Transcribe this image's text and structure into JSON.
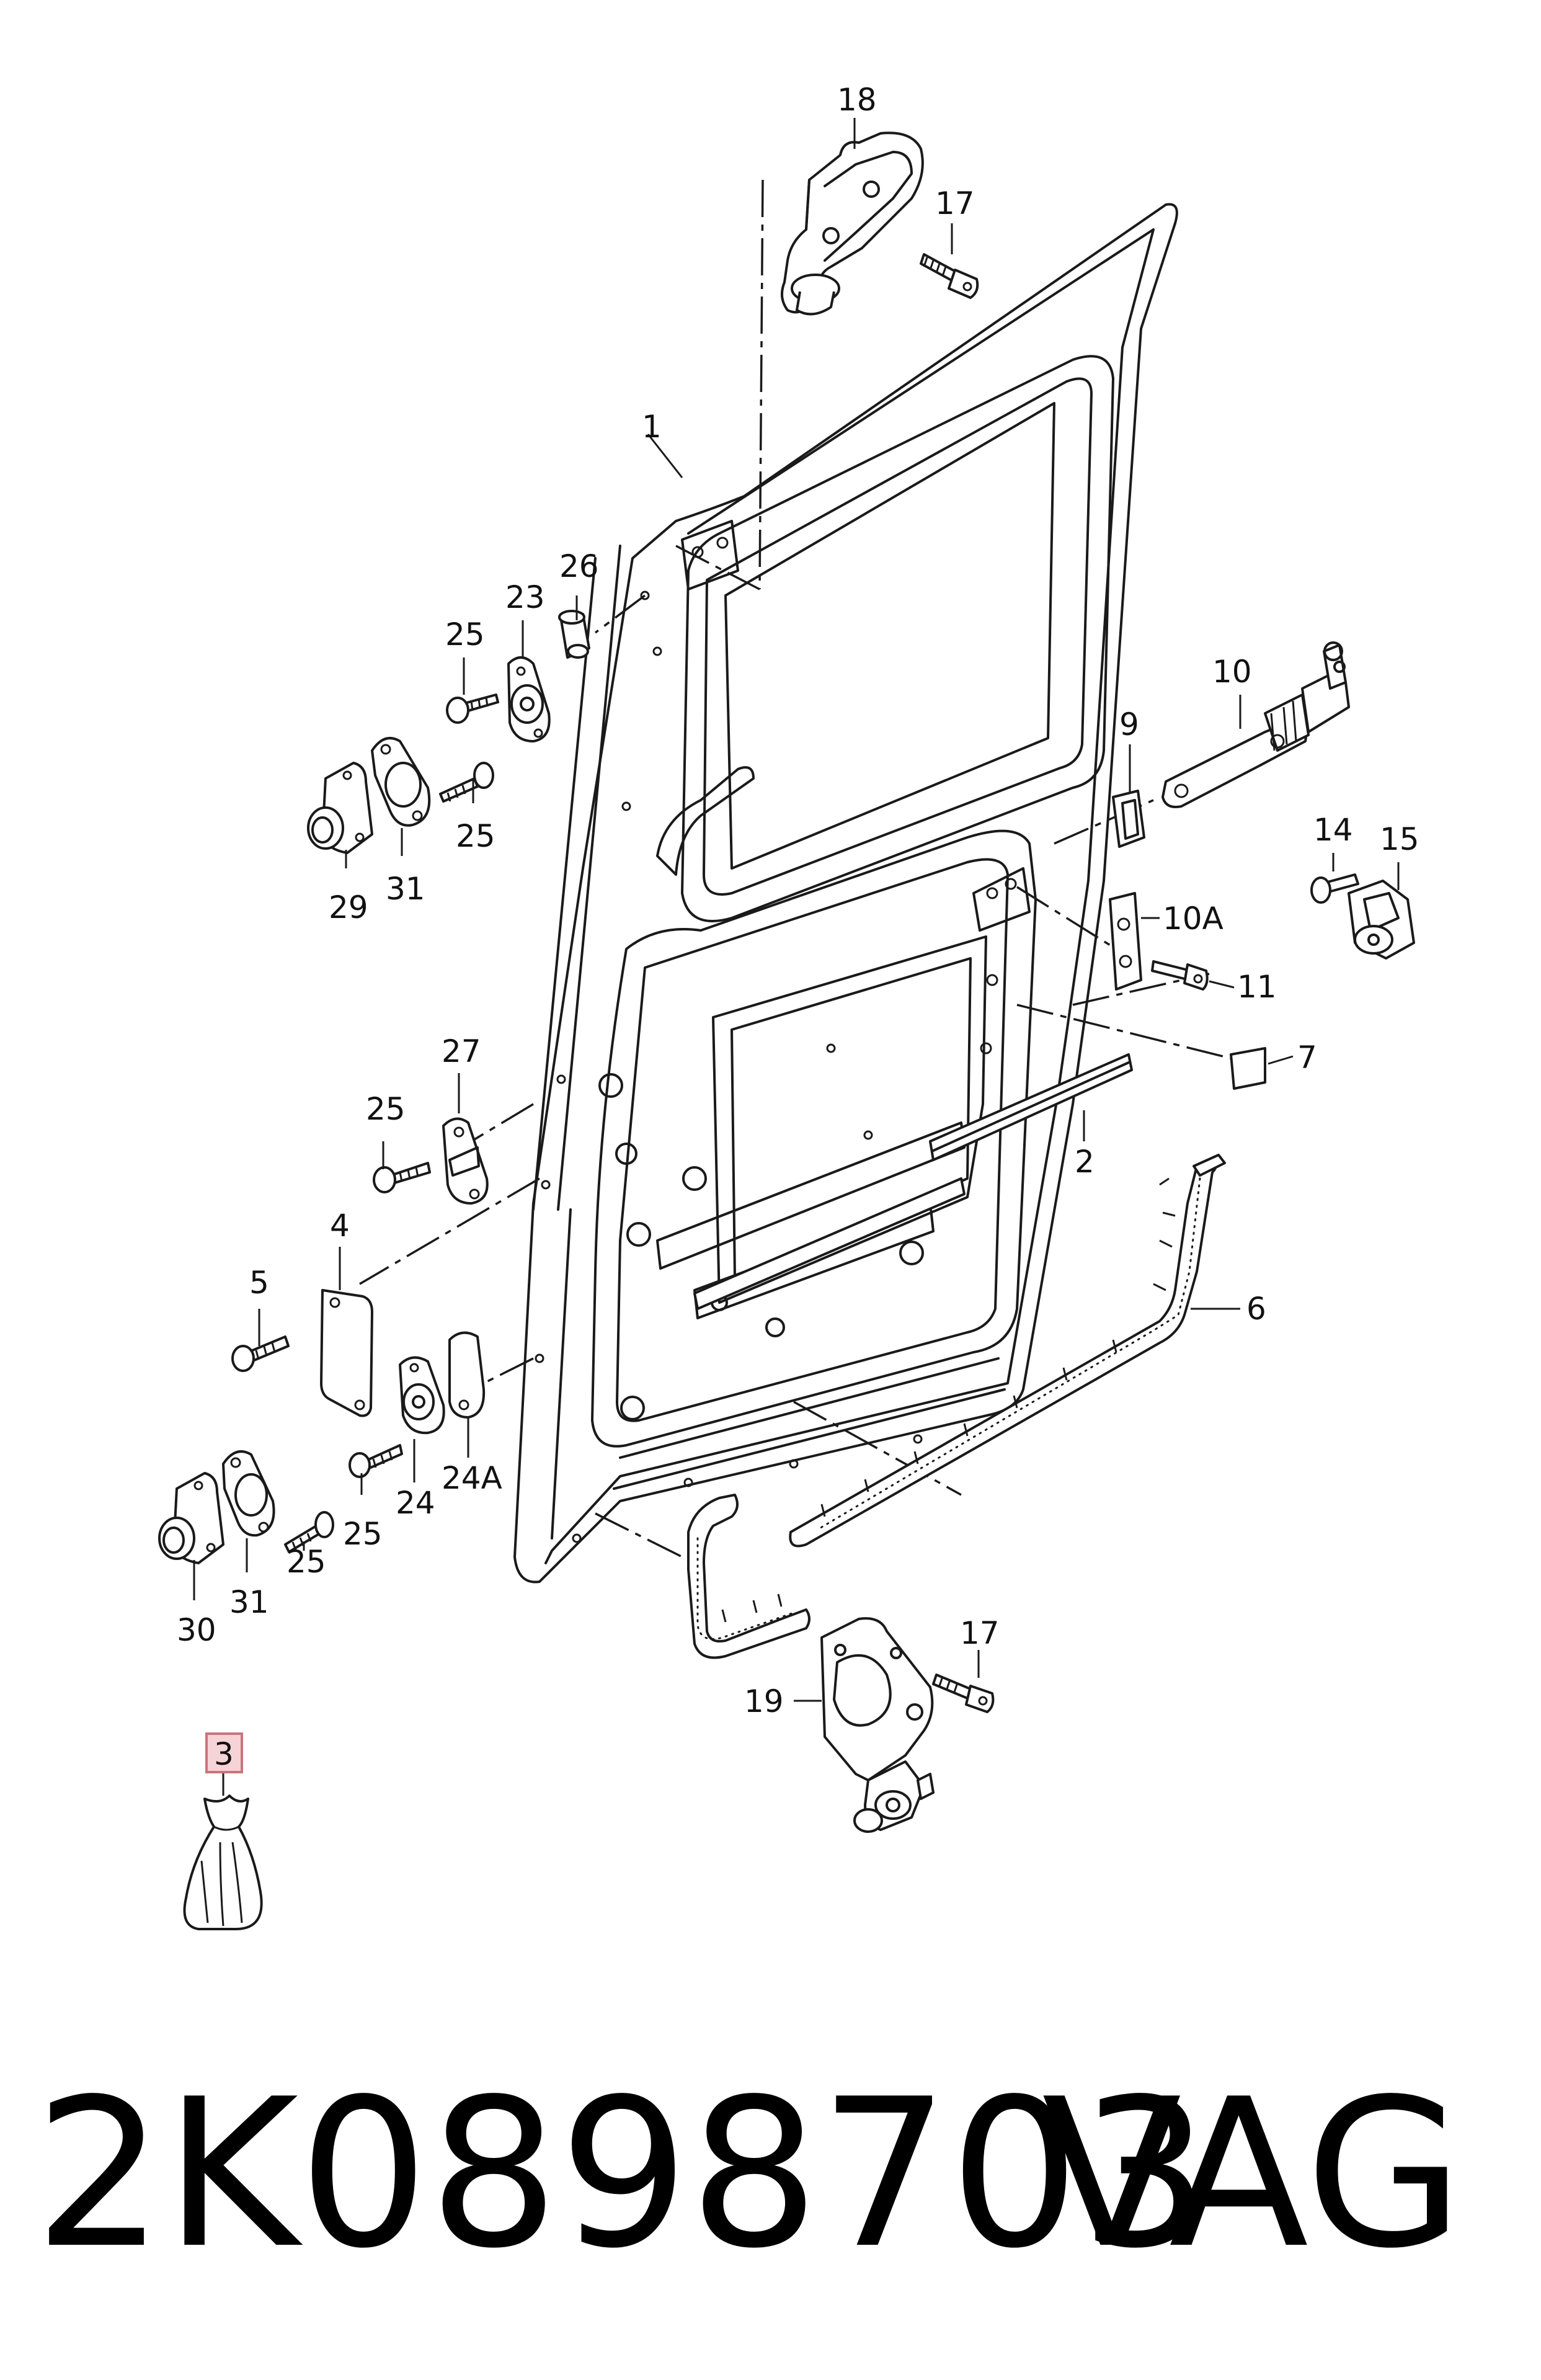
{
  "diagram": {
    "part_labels": {
      "p1": "1",
      "p2": "2",
      "p3": "3",
      "p4": "4",
      "p5": "5",
      "p6": "6",
      "p7": "7",
      "p9": "9",
      "p10": "10",
      "p10a": "10A",
      "p11": "11",
      "p14": "14",
      "p15": "15",
      "p17_top": "17",
      "p17_bottom": "17",
      "p18": "18",
      "p19": "19",
      "p23": "23",
      "p24": "24",
      "p24a": "24A",
      "p25_a": "25",
      "p25_b": "25",
      "p25_c": "25",
      "p25_d": "25",
      "p25_e": "25",
      "p26": "26",
      "p27": "27",
      "p29": "29",
      "p30": "30",
      "p31_a": "31",
      "p31_b": "31"
    },
    "highlighted_label": "3",
    "highlight_color": "#f6d3d6"
  },
  "footer": {
    "part_number": "2K0898703",
    "brand": "VAG"
  }
}
